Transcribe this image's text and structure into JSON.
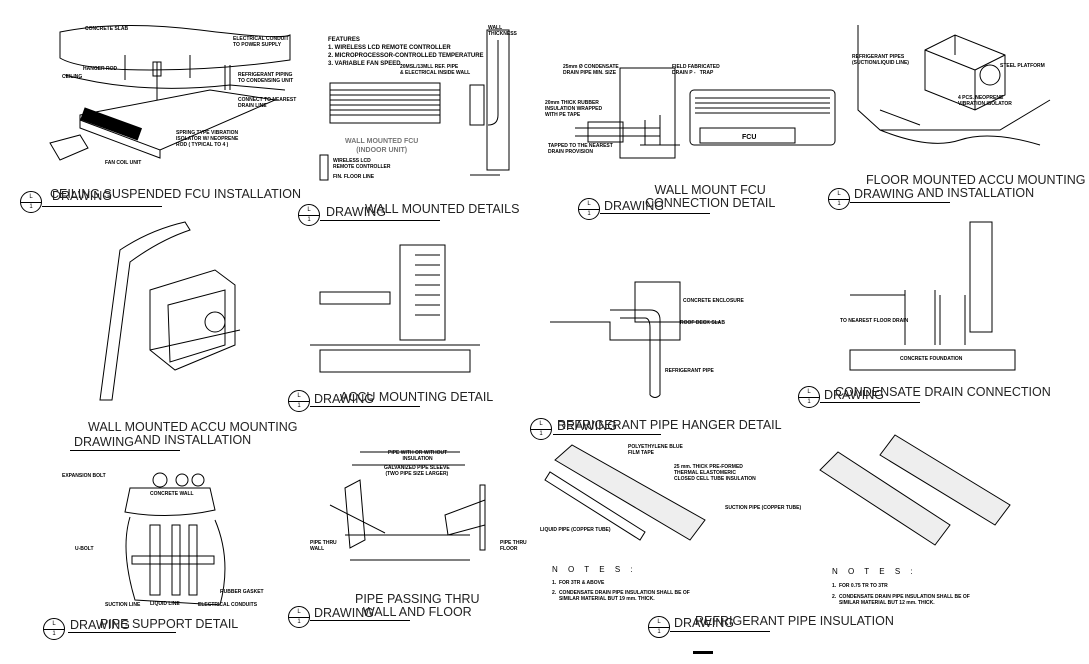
{
  "sheet": {
    "drawing_prefix": "DRAWING",
    "symbol_top": "L",
    "symbol_bottom": "1",
    "details": [
      {
        "title": "CEILING SUSPENDED FCU INSTALLATION"
      },
      {
        "title": "WALL MOUNTED DETAILS"
      },
      {
        "title": "WALL MOUNT FCU\nCONNECTION DETAIL"
      },
      {
        "title": "FLOOR MOUNTED ACCU MOUNTING\nAND INSTALLATION"
      },
      {
        "title": "WALL MOUNTED ACCU MOUNTING\nAND INSTALLATION"
      },
      {
        "title": "ACCU MOUNTING DETAIL"
      },
      {
        "title": "REFRIGERANT PIPE HANGER DETAIL"
      },
      {
        "title": "CONDENSATE DRAIN CONNECTION"
      },
      {
        "title": "PIPE SUPPORT DETAIL"
      },
      {
        "title": "PIPE PASSING THRU\nWALL AND FLOOR"
      },
      {
        "title": "REFRIGERANT PIPE INSULATION"
      }
    ]
  },
  "annotations": {
    "concrete_slab": "CONCRETE SLAB",
    "electrical_conduit": "ELECTRICAL CONDUIT\nTO POWER SUPPLY",
    "hanger_rod": "HANGER ROD",
    "ceiling": "CEILING",
    "refrigerant_piping": "REFRIGERANT PIPING\nTO CONDENSING UNIT",
    "connect_drain": "CONNECT TO NEAREST\nDRAIN LINE",
    "spring_isolator": "SPRING TYPE VIBRATION\nISOLATOR W/ NEOPRENE\nROD ( TYPICAL TO 4 )",
    "fan_coil_unit": "FAN COIL UNIT",
    "features": "FEATURES\n1. WIRELESS LCD REMOTE CONTROLLER\n2. MICROPROCESSOR-CONTROLLED TEMPERATURE\n3. VARIABLE FAN SPEED.",
    "wall_thickness": "WALL\nTHICKNESS",
    "ref_pipe_inside_wall": "20MSL/13MLL REF. PIPE\n& ELECTRICAL INSIDE WALL",
    "wall_mounted_fcu": "WALL MOUNTED FCU\n(INDOOR UNIT)",
    "wireless_lcd": "WIRELESS LCD\nREMOTE CONTROLLER",
    "fin_floor_line": "FIN. FLOOR LINE",
    "condensate_pipe": "25mm Ø CONDENSATE\nDRAIN PIPE MIN. SIZE",
    "field_trap": "FIELD FABRICATED\nDRAIN P -   TRAP",
    "rubber_insulation": "20mm THICK RUBBER\nINSULATION WRAPPED\nWITH PE TAPE",
    "tapped_drain": "TAPPED TO THE NEAREST\nDRAIN PROVISION",
    "fcu_label": "FCU",
    "ref_pipes_suction": "REFRIGERANT PIPES\n(SUCTION/LIQUID LINE)",
    "steel_platform": "STEEL PLATFORM",
    "neoprene_isolator": "4 PCS. NEOPRENE\nVIBRATION ISOLATOR",
    "liquid_pipe": "LIQUID PIPE (COPPER TUBE)",
    "suction_pipe": "SUCTION PIPE (COPPER TUBE)",
    "pe_film_tape": "POLYETHYLENE BLUE\nFILM TAPE",
    "insulation_25": "25 mm. THICK PRE-FORMED\nTHERMAL ELASTOMERIC\nCLOSED CELL TUBE INSULATION",
    "concrete_wall": "CONCRETE WALL",
    "expansion_bolt": "EXPANSION BOLT",
    "u_bolt": "U-BOLT",
    "suction_line": "SUCTION LINE",
    "liquid_line": "LIQUID LINE",
    "electrical_conduit_2": "ELECTRICAL CONDUITS",
    "rubber_gasket": "RUBBER GASKET",
    "pipe_with_insulation": "PIPE WITH OR WITHOUT\nINSULATION",
    "galvanized_sleeve": "GALVANIZED PIPE SLEEVE\n(TWO PIPE SIZE LARGER)",
    "pipe_thru_wall": "PIPE THRU\nWALL",
    "pipe_thru_floor": "PIPE THRU\nFLOOR",
    "refrigerant_pipe": "REFRIGERANT PIPE",
    "concrete_enclosure": "CONCRETE ENCLOSURE",
    "roof_deck_slab": "ROOF DECK SLAB",
    "to_floor_drain": "TO NEAREST FLOOR DRAIN",
    "concrete_foundation": "CONCRETE FOUNDATION"
  },
  "notes": [
    {
      "heading": "N O T E S :",
      "items": [
        "1.  FOR 3TR & ABOVE",
        "2.  CONDENSATE DRAIN PIPE INSULATION SHALL BE OF\n     SIMILAR MATERIAL BUT 19 mm. THICK."
      ]
    },
    {
      "heading": "N O T E S :",
      "items": [
        "1.  FOR 0.75 TR TO 3TR",
        "2.  CONDENSATE DRAIN PIPE INSULATION SHALL BE OF\n     SIMILAR MATERIAL BUT 12 mm. THICK."
      ]
    }
  ]
}
